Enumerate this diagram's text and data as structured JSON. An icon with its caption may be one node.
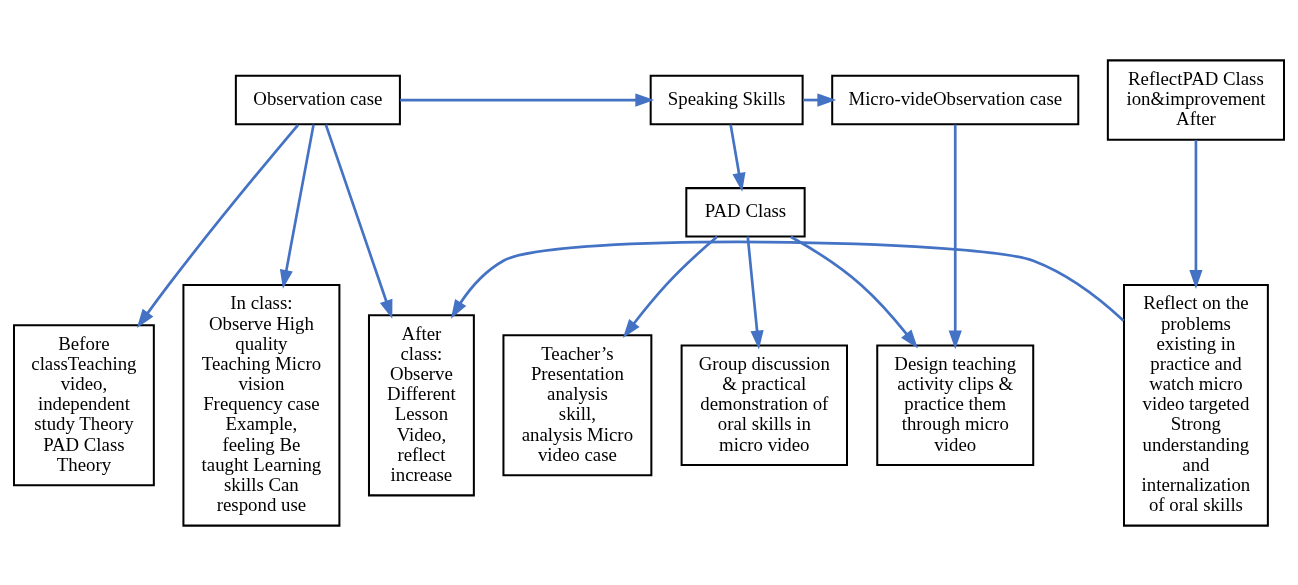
{
  "diagram": {
    "nodes": [
      {
        "text": [
          "Observation case"
        ]
      },
      {
        "text": [
          "Speaking Skills"
        ]
      },
      {
        "text": [
          "Micro-videObservation case"
        ]
      },
      {
        "text": [
          "ReflectPAD Class ion&improvement After"
        ]
      },
      {
        "text": [
          "Before classTeaching video, independent study Theory PAD Class Theory"
        ]
      },
      {
        "text": [
          "In class: Observe High quality Teaching Micro vision Frequency case Example, feeling Be taught Learning skills Can respond use"
        ]
      },
      {
        "text": [
          "After class: Observe Different Lesson Video, reflect increase"
        ]
      },
      {
        "text": [
          "PAD Class"
        ]
      },
      {
        "text": [
          "Teacher’s Presentation analysis skill, analysis Micro video case"
        ]
      },
      {
        "text": [
          "Group discussion & practical demonstration of oral skills in micro video"
        ]
      },
      {
        "text": [
          "Design teaching activity clips & practice them through micro video"
        ]
      },
      {
        "text": [
          "Reflect on the problems existing in practice and watch micro video targeted Strong understanding and internalization of oral skills"
        ]
      }
    ],
    "edges": [
      {
        "from": 0,
        "to": 1,
        "arrow": "to"
      },
      {
        "from": 1,
        "to": 2,
        "arrow": "to"
      },
      {
        "from": 0,
        "to": 4,
        "arrow": "to"
      },
      {
        "from": 0,
        "to": 5,
        "arrow": "to"
      },
      {
        "from": 0,
        "to": 6,
        "arrow": "to"
      },
      {
        "from": 1,
        "to": 7,
        "arrow": "to"
      },
      {
        "from": 7,
        "to": 8,
        "arrow": "to"
      },
      {
        "from": 7,
        "to": 9,
        "arrow": "to"
      },
      {
        "from": 7,
        "to": 10,
        "arrow": "to"
      },
      {
        "from": 2,
        "to": 10,
        "arrow": "to"
      },
      {
        "from": 3,
        "to": 11,
        "arrow": "to"
      },
      {
        "from": 11,
        "to": 6,
        "arrow": "to"
      }
    ]
  }
}
